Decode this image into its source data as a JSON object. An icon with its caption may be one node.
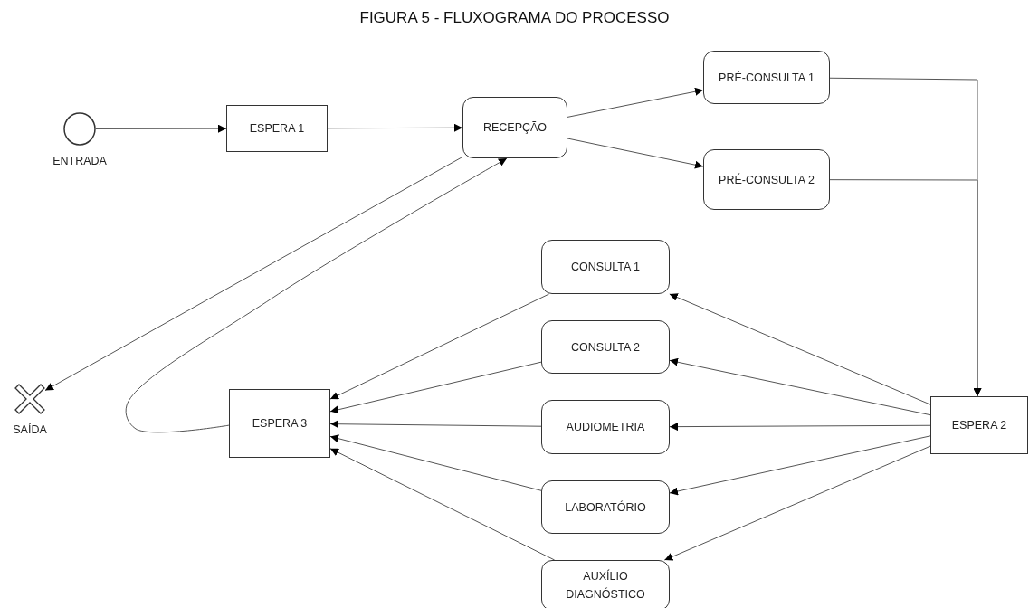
{
  "diagram": {
    "title": "FIGURA 5 - FLUXOGRAMA DO PROCESSO",
    "nodes": [
      {
        "text": [],
        "shape": "circle",
        "beside": [
          "ENTRADA"
        ]
      },
      {
        "text": [
          "ESPERA 1"
        ]
      },
      {
        "text": [
          "RECEPÇÃO"
        ]
      },
      {
        "text": [
          "PRÉ-CONSULTA 1"
        ]
      },
      {
        "text": [
          "PRÉ-CONSULTA 2"
        ]
      },
      {
        "text": [
          "CONSULTA 1"
        ]
      },
      {
        "text": [
          "CONSULTA 2"
        ]
      },
      {
        "text": [
          "AUDIOMETRIA"
        ]
      },
      {
        "text": [
          "LABORATÓRIO"
        ]
      },
      {
        "text": [
          "AUXÍLIO DIAGNÓSTICO"
        ]
      },
      {
        "text": [
          "ESPERA 2"
        ]
      },
      {
        "text": [
          "ESPERA 3"
        ]
      },
      {
        "text": [],
        "shape": "cross",
        "beside": [
          "SAÍDA"
        ]
      }
    ],
    "edges": [
      {
        "from": 0,
        "to": 1,
        "arrow": "to"
      },
      {
        "from": 1,
        "to": 2,
        "arrow": "to"
      },
      {
        "from": 2,
        "to": 3,
        "arrow": "to"
      },
      {
        "from": 2,
        "to": 4,
        "arrow": "to"
      },
      {
        "from": 3,
        "to": 10,
        "arrow": "to"
      },
      {
        "from": 4,
        "to": 10,
        "arrow": "to"
      },
      {
        "from": 10,
        "to": 5,
        "arrow": "to"
      },
      {
        "from": 10,
        "to": 6,
        "arrow": "to"
      },
      {
        "from": 10,
        "to": 7,
        "arrow": "to"
      },
      {
        "from": 10,
        "to": 8,
        "arrow": "to"
      },
      {
        "from": 10,
        "to": 9,
        "arrow": "to"
      },
      {
        "from": 5,
        "to": 11,
        "arrow": "to"
      },
      {
        "from": 6,
        "to": 11,
        "arrow": "to"
      },
      {
        "from": 7,
        "to": 11,
        "arrow": "to"
      },
      {
        "from": 8,
        "to": 11,
        "arrow": "to"
      },
      {
        "from": 9,
        "to": 11,
        "arrow": "to"
      },
      {
        "from": 11,
        "to": 2,
        "arrow": "to"
      },
      {
        "from": 2,
        "to": 12,
        "arrow": "to"
      }
    ]
  }
}
